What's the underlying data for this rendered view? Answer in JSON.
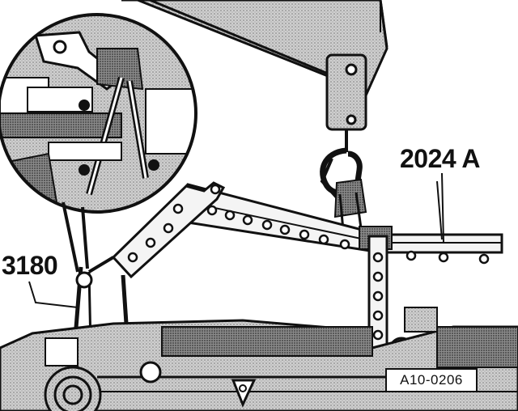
{
  "callouts": {
    "lifting_tackle": "2024 A",
    "support_bracket": "3180"
  },
  "figure_reference": "A10-0206",
  "colors": {
    "ink": "#111111",
    "shade": "#8a8a8a",
    "paper": "#ffffff"
  }
}
